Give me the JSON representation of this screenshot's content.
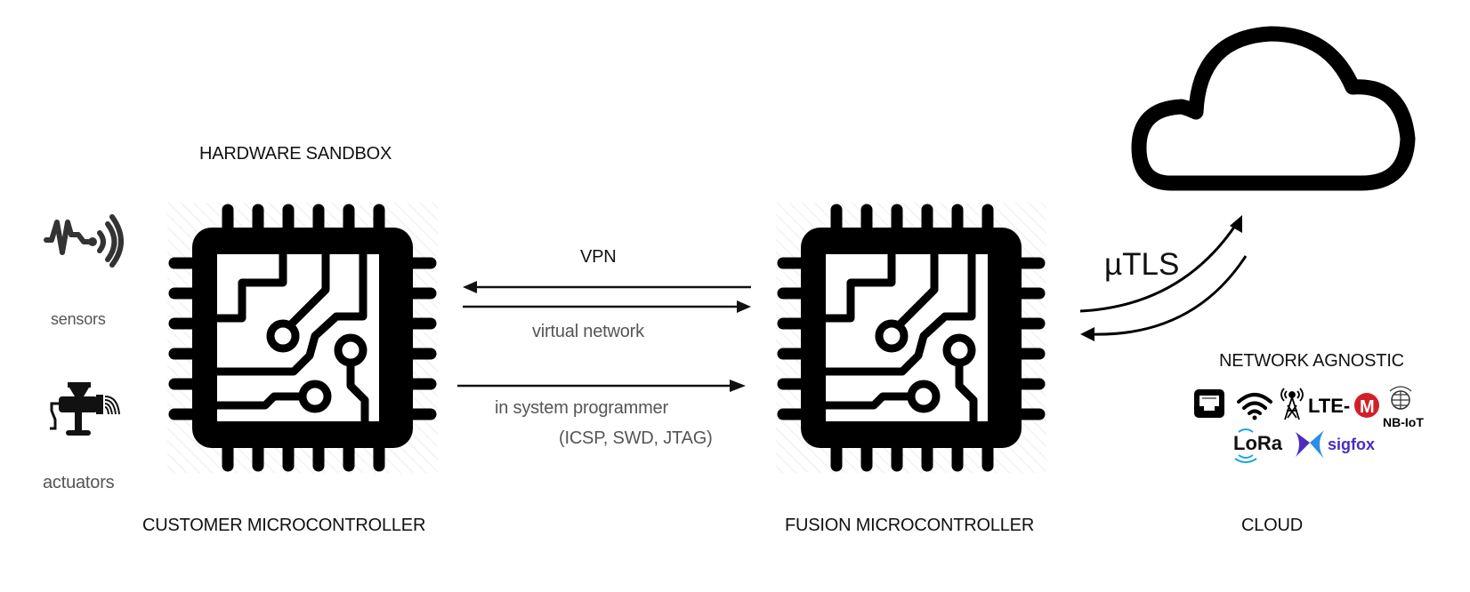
{
  "title_hardware_sandbox": "HARDWARE SANDBOX",
  "left_devices": {
    "sensors": {
      "label": "sensors",
      "icon": "sensor-wave-icon"
    },
    "actuators": {
      "label": "actuators",
      "icon": "meat-grinder-actuator-icon"
    }
  },
  "customer_mcu": {
    "caption": "CUSTOMER MICROCONTROLLER",
    "icon": "microchip-icon"
  },
  "fusion_mcu": {
    "caption": "FUSION MICROCONTROLLER",
    "icon": "microchip-icon"
  },
  "links": {
    "vpn": {
      "label_top": "VPN",
      "label_bottom": "virtual network",
      "direction": "bidirectional"
    },
    "isp": {
      "label_line1": "in system programmer",
      "label_line2": "(ICSP, SWD, JTAG)",
      "direction": "customer-to-fusion"
    },
    "cloud_link": {
      "label": "µTLS",
      "direction": "bidirectional"
    }
  },
  "cloud": {
    "caption": "CLOUD",
    "icon": "cloud-icon",
    "network_title": "NETWORK AGNOSTIC",
    "networks": [
      {
        "name": "ethernet",
        "icon": "ethernet-port-icon"
      },
      {
        "name": "wifi",
        "icon": "wifi-icon"
      },
      {
        "name": "cellular",
        "icon": "cell-tower-icon"
      },
      {
        "name": "LTE-M",
        "text": "LTE-",
        "badge": "M",
        "icon": "lte-m-logo"
      },
      {
        "name": "NB-IoT",
        "text": "NB-IoT",
        "icon": "nb-iot-logo"
      },
      {
        "name": "LoRa",
        "text": "LoRa",
        "icon": "lora-logo"
      },
      {
        "name": "sigfox",
        "text": "sigfox",
        "icon": "sigfox-logo"
      }
    ]
  },
  "colors": {
    "lte_m_red": "#d0202a",
    "lora_blue": "#1ea5e0",
    "sigfox_purple": "#4b2bbf",
    "sigfox_blue": "#2b8ee6"
  }
}
